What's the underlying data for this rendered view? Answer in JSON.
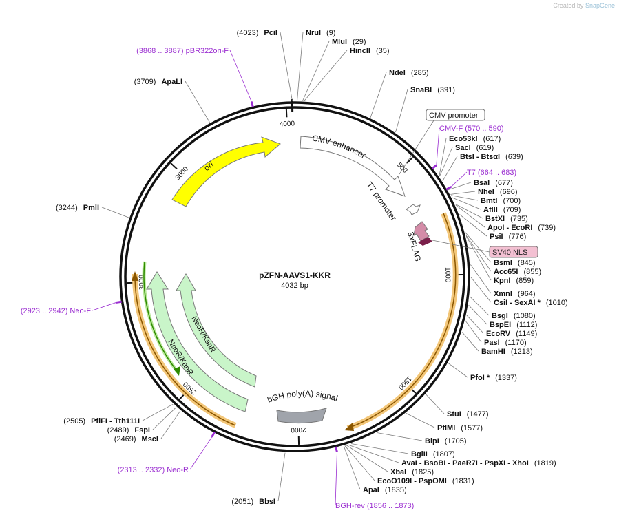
{
  "credit": {
    "prefix": "Created by",
    "brand": "SnapGene"
  },
  "plasmid": {
    "name": "pZFN-AAVS1-KKR",
    "length": 4032,
    "length_label": "4032 bp"
  },
  "ticks": [
    {
      "pos": 500,
      "label": "500"
    },
    {
      "pos": 1000,
      "label": "1000"
    },
    {
      "pos": 1500,
      "label": "1500"
    },
    {
      "pos": 2000,
      "label": "2000"
    },
    {
      "pos": 2500,
      "label": "2500"
    },
    {
      "pos": 3000,
      "label": "3000"
    },
    {
      "pos": 3500,
      "label": "3500"
    },
    {
      "pos": 4000,
      "label": "4000"
    }
  ],
  "enzymes": [
    {
      "pos": 4023,
      "label_num": "(4023)",
      "label_name": "PciI",
      "side": "L"
    },
    {
      "pos": 9,
      "label_name": "NruI",
      "label_num": "(9)",
      "side": "R"
    },
    {
      "pos": 29,
      "label_name": "MluI",
      "label_num": "(29)",
      "side": "R"
    },
    {
      "pos": 35,
      "label_name": "HincII",
      "label_num": "(35)",
      "side": "R"
    },
    {
      "pos": 285,
      "label_name": "NdeI",
      "label_num": "(285)",
      "side": "R"
    },
    {
      "pos": 391,
      "label_name": "SnaBI",
      "label_num": "(391)",
      "side": "R"
    },
    {
      "pos": 617,
      "label_name": "Eco53kI",
      "label_num": "(617)",
      "side": "R"
    },
    {
      "pos": 619,
      "label_name": "SacI",
      "label_num": "(619)",
      "side": "R"
    },
    {
      "pos": 639,
      "label_name": "BtsI - BtsαI",
      "label_num": "(639)",
      "side": "R"
    },
    {
      "pos": 677,
      "label_name": "BsaI",
      "label_num": "(677)",
      "side": "R"
    },
    {
      "pos": 696,
      "label_name": "NheI",
      "label_num": "(696)",
      "side": "R"
    },
    {
      "pos": 700,
      "label_name": "BmtI",
      "label_num": "(700)",
      "side": "R"
    },
    {
      "pos": 709,
      "label_name": "AflII",
      "label_num": "(709)",
      "side": "R"
    },
    {
      "pos": 735,
      "label_name": "BstXI",
      "label_num": "(735)",
      "side": "R"
    },
    {
      "pos": 739,
      "label_name": "ApoI - EcoRI",
      "label_num": "(739)",
      "side": "R"
    },
    {
      "pos": 776,
      "label_name": "PsiI",
      "label_num": "(776)",
      "side": "R"
    },
    {
      "pos": 845,
      "label_name": "BsmI",
      "label_num": "(845)",
      "side": "R"
    },
    {
      "pos": 855,
      "label_name": "Acc65I",
      "label_num": "(855)",
      "side": "R"
    },
    {
      "pos": 859,
      "label_name": "KpnI",
      "label_num": "(859)",
      "side": "R"
    },
    {
      "pos": 964,
      "label_name": "XmnI",
      "label_num": "(964)",
      "side": "R"
    },
    {
      "pos": 1010,
      "label_name": "CsiI - SexAI *",
      "label_num": "(1010)",
      "side": "R"
    },
    {
      "pos": 1080,
      "label_name": "BsgI",
      "label_num": "(1080)",
      "side": "R"
    },
    {
      "pos": 1112,
      "label_name": "BspEI",
      "label_num": "(1112)",
      "side": "R"
    },
    {
      "pos": 1149,
      "label_name": "EcoRV",
      "label_num": "(1149)",
      "side": "R"
    },
    {
      "pos": 1170,
      "label_name": "PasI",
      "label_num": "(1170)",
      "side": "R"
    },
    {
      "pos": 1213,
      "label_name": "BamHI",
      "label_num": "(1213)",
      "side": "R"
    },
    {
      "pos": 1337,
      "label_name": "PfoI *",
      "label_num": "(1337)",
      "side": "R"
    },
    {
      "pos": 1477,
      "label_name": "StuI",
      "label_num": "(1477)",
      "side": "R"
    },
    {
      "pos": 1577,
      "label_name": "PflMI",
      "label_num": "(1577)",
      "side": "R"
    },
    {
      "pos": 1705,
      "label_name": "BlpI",
      "label_num": "(1705)",
      "side": "R"
    },
    {
      "pos": 1807,
      "label_name": "BglII",
      "label_num": "(1807)",
      "side": "R"
    },
    {
      "pos": 1819,
      "label_name": "AvaI - BsoBI - PaeR7I - PspXI - XhoI",
      "label_num": "(1819)",
      "side": "R"
    },
    {
      "pos": 1825,
      "label_name": "XbaI",
      "label_num": "(1825)",
      "side": "R"
    },
    {
      "pos": 1831,
      "label_name": "EcoO109I - PspOMI",
      "label_num": "(1831)",
      "side": "R"
    },
    {
      "pos": 1835,
      "label_name": "ApaI",
      "label_num": "(1835)",
      "side": "R"
    },
    {
      "pos": 2051,
      "label_num": "(2051)",
      "label_name": "BbsI",
      "side": "L"
    },
    {
      "pos": 2469,
      "label_num": "(2469)",
      "label_name": "MscI",
      "side": "L"
    },
    {
      "pos": 2489,
      "label_num": "(2489)",
      "label_name": "FspI",
      "side": "L"
    },
    {
      "pos": 2505,
      "label_num": "(2505)",
      "label_name": "PflFI - Tth111I",
      "side": "L"
    },
    {
      "pos": 3244,
      "label_num": "(3244)",
      "label_name": "PmlI",
      "side": "L"
    },
    {
      "pos": 3709,
      "label_num": "(3709)",
      "label_name": "ApaLI",
      "side": "L"
    }
  ],
  "primers": [
    {
      "pos": 580,
      "label": "CMV-F     (570 .. 590)"
    },
    {
      "pos": 673,
      "label": "T7     (664 .. 683)"
    },
    {
      "pos": 1864,
      "label": "BGH-rev     (1856 .. 1873)"
    },
    {
      "pos": 2322,
      "label": "(2313 .. 2332)  Neo-R"
    },
    {
      "pos": 2932,
      "label": "(2923 .. 2942)  Neo-F"
    },
    {
      "pos": 3877,
      "label": "(3868 .. 3887)  pBR322ori-F"
    }
  ],
  "boxed_labels": [
    {
      "label": "CMV promoter",
      "style": "white"
    },
    {
      "label": "SV40 NLS",
      "style": "pink"
    }
  ],
  "features": [
    {
      "name": "CMV enhancer",
      "start": 235,
      "end": 614,
      "color": "#ffffff"
    },
    {
      "name": "T7 promoter",
      "start": 664,
      "end": 683,
      "color": "#ffffff"
    },
    {
      "name": "3xFLAG",
      "start": 740,
      "end": 808,
      "color": "#d48ca8"
    },
    {
      "name": "ori",
      "start": 3450,
      "end": 3985,
      "color": "#ffff00"
    },
    {
      "name": "bGH poly(A) signal",
      "start": 1850,
      "end": 2080,
      "color": "#a0a4ab"
    },
    {
      "name": "NeoR/KanR",
      "start": 2150,
      "end": 2950,
      "color": "#c9f5c9"
    },
    {
      "name": "NeoR/KanR",
      "start": 2430,
      "end": 3030,
      "color": "#c9f5c9"
    }
  ],
  "colors": {
    "primer": "#9b2fd1",
    "orf": "#f0b040",
    "orf_inner": "#a06400",
    "green_orf": "#2f8a00",
    "line": "#7a7a7a"
  }
}
